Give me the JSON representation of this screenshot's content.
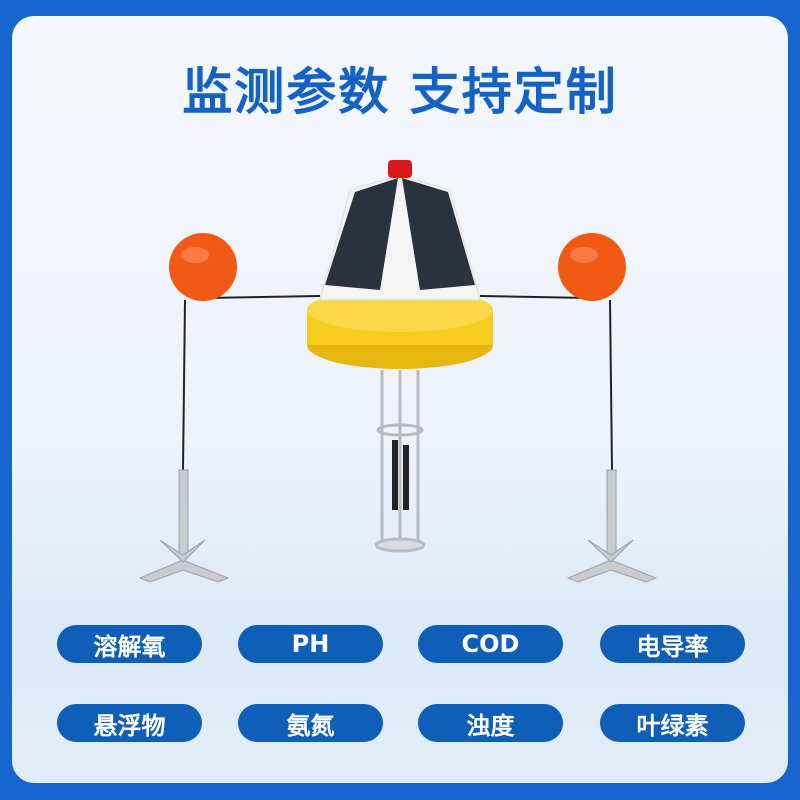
{
  "title": "监测参数 支持定制",
  "parameters": [
    "溶解氧",
    "PH",
    "COD",
    "电导率",
    "悬浮物",
    "氨氮",
    "浊度",
    "叶绿素"
  ],
  "colors": {
    "brand_blue": "#1462c4",
    "pill_blue": "#0f5fb8",
    "buoy_yellow": "#f7cc1e",
    "float_orange": "#f05a14"
  }
}
